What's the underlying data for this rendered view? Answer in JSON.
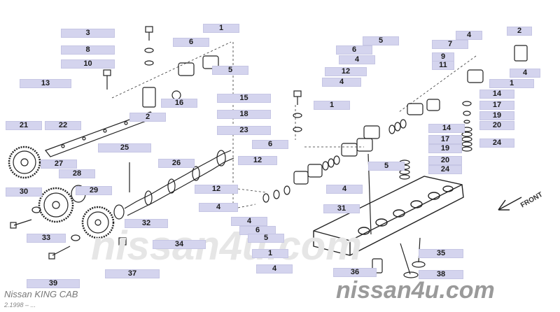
{
  "callouts": {
    "c1": "1",
    "c2": "2",
    "c3": "3",
    "c4": "4",
    "c5": "5",
    "c6": "6",
    "c7": "7",
    "c8": "8",
    "c9": "9",
    "c10": "10",
    "c11": "11",
    "c12": "12",
    "c13": "13",
    "c14": "14",
    "c15": "15",
    "c16": "16",
    "c17": "17",
    "c18": "18",
    "c19": "19",
    "c20": "20",
    "c21": "21",
    "c22": "22",
    "c23": "23",
    "c24": "24",
    "c25": "25",
    "c26": "26",
    "c27": "27",
    "c28": "28",
    "c29": "29",
    "c30": "30",
    "c31": "31",
    "c32": "32",
    "c33": "33",
    "c34": "34",
    "c35": "35",
    "c36": "36",
    "c37": "37",
    "c38": "38",
    "c39": "39"
  },
  "direction_label": "FRONT",
  "footer": {
    "model": "Nissan KING CAB",
    "date": "2.1998 – ...",
    "watermark": "nissan4u.com",
    "center_watermark": "nissan4u.com"
  }
}
